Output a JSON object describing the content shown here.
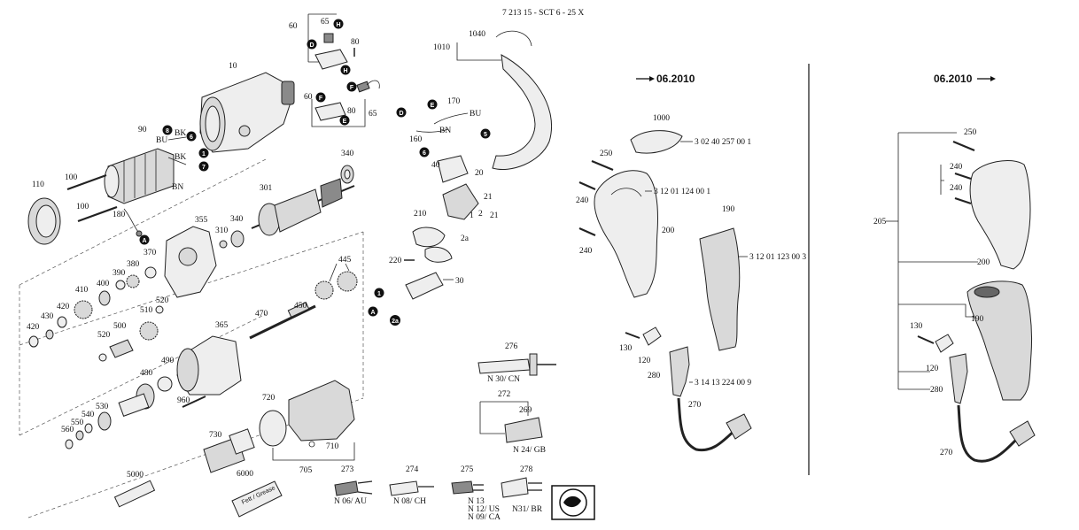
{
  "header": {
    "model_code": "7 213 15 - SCT 6 - 25 X"
  },
  "sections": {
    "left_date": "06.2010",
    "right_date": "06.2010"
  },
  "parts": {
    "p10": "10",
    "p60a": "60",
    "p65a": "65",
    "p80a": "80",
    "p60b": "60",
    "p80b": "80",
    "p65b": "65",
    "p1010": "1010",
    "p1040": "1040",
    "p170": "170",
    "p160": "160",
    "p40": "40",
    "p20": "20",
    "p21a": "21",
    "p2": "2",
    "p21b": "21",
    "p1": "1",
    "p2a": "2a",
    "p210": "210",
    "p220": "220",
    "p30": "30",
    "p90": "90",
    "p100a": "100",
    "p100b": "100",
    "p110": "110",
    "p180": "180",
    "p340a": "340",
    "p301": "301",
    "p355": "355",
    "p310": "310",
    "p340b": "340",
    "p445": "445",
    "p370": "370",
    "p390": "390",
    "p380": "380",
    "p400": "400",
    "p410": "410",
    "p420a": "420",
    "p430": "430",
    "p420b": "420",
    "p510": "510",
    "p520a": "520",
    "p520b": "520",
    "p500": "500",
    "p470": "470",
    "p450": "450",
    "p365": "365",
    "p480": "480",
    "p490": "490",
    "p960": "960",
    "p530": "530",
    "p540": "540",
    "p550": "550",
    "p560": "560",
    "p720": "720",
    "p710": "710",
    "p705": "705",
    "p730": "730",
    "p5000": "5000",
    "p6000": "6000",
    "p276": "276",
    "p272": "272",
    "p269": "269",
    "p273": "273",
    "p274": "274",
    "p275": "275",
    "p278": "278"
  },
  "wires": {
    "bu1": "BU",
    "bk1": "BK",
    "bk2": "BK",
    "bn1": "BN",
    "bu2": "BU",
    "bn2": "BN"
  },
  "markers": {
    "h1": "H",
    "d1": "D",
    "h2": "H",
    "f1": "F",
    "f2": "F",
    "e1": "E",
    "e2": "E",
    "d2": "D",
    "m8": "8",
    "m6a": "6",
    "m1": "1",
    "m7": "7",
    "a1": "A",
    "m6b": "6",
    "m5": "5",
    "m1b": "1",
    "a2": "A",
    "m2a": "2a"
  },
  "plugs": {
    "n30": "N 30/ CN",
    "n24": "N 24/ GB",
    "n06": "N 06/ AU",
    "n08": "N 08/ CH",
    "n13": "N 13",
    "n12": "N 12/ US",
    "n09": "N 09/ CA",
    "n31": "N31/ BR"
  },
  "grease_tube": "Fett / Grease",
  "middle": {
    "p1000": "1000",
    "n1000": "3 02 40 257 00 1",
    "p250": "250",
    "n1": "3 12 01 124 00 1",
    "p240a": "240",
    "p200": "200",
    "p240b": "240",
    "p190": "190",
    "n2": "3 12 01 123 00 3",
    "p130": "130",
    "p120": "120",
    "p280": "280",
    "n3": "3 14 13 224 00 9",
    "p270": "270"
  },
  "right": {
    "p250": "250",
    "p240a": "240",
    "p240b": "240",
    "p205": "205",
    "p200": "200",
    "p190": "190",
    "p130": "130",
    "p120": "120",
    "p280": "280",
    "p270": "270"
  }
}
